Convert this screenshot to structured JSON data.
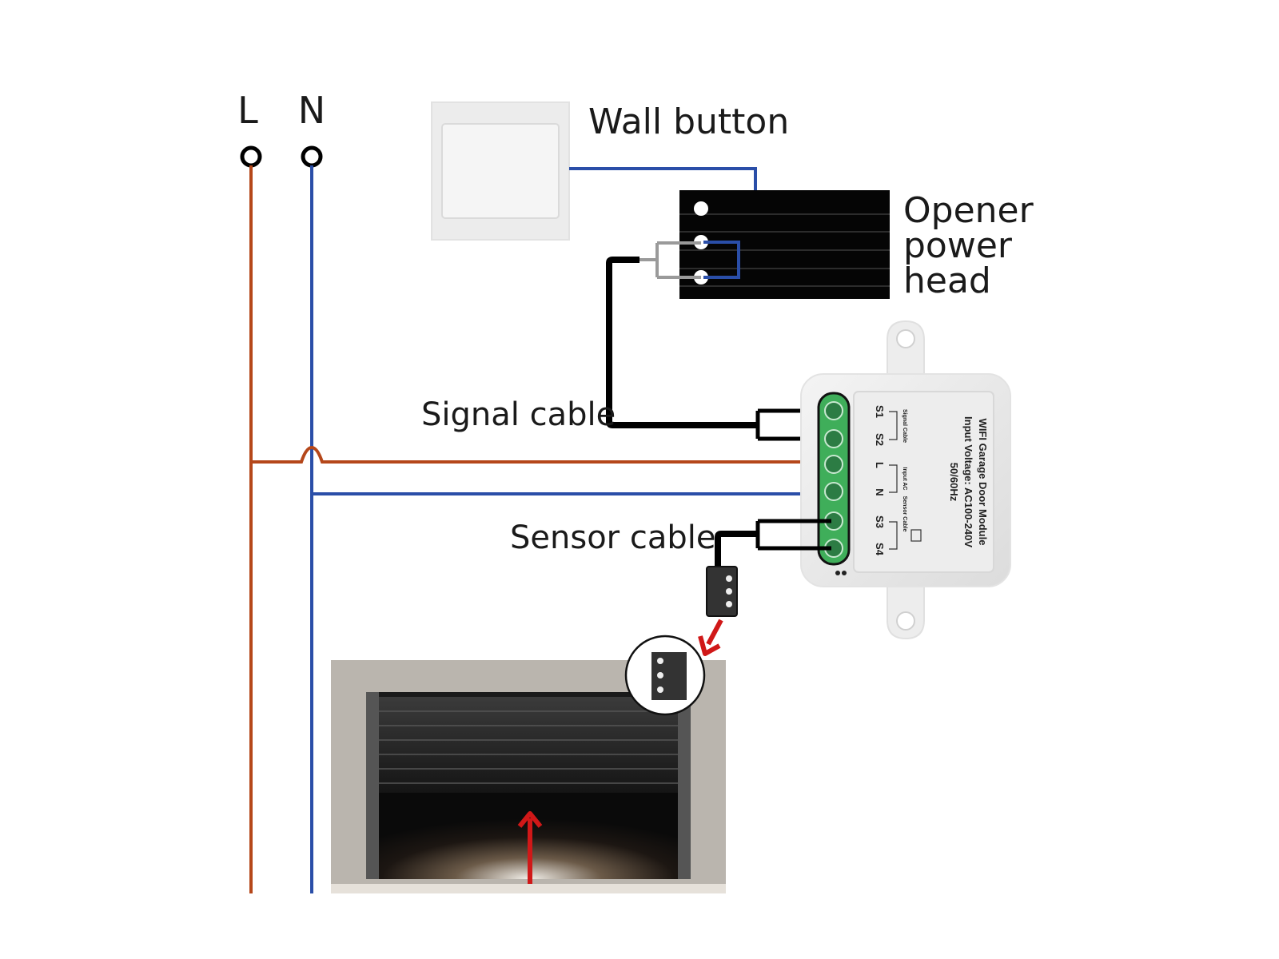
{
  "diagram": {
    "terminals": {
      "live": "L",
      "neutral": "N"
    },
    "labels": {
      "wall_button": "Wall button",
      "opener_line1": "Opener",
      "opener_line2": "power",
      "opener_line3": "head",
      "signal_cable": "Signal cable",
      "sensor_cable": "Sensor cable"
    },
    "module": {
      "title": "WIFI Garage Door Module",
      "voltage": "Input Voltage: AC100-240V",
      "frequency": "50/60Hz",
      "terminal_labels": [
        "S1",
        "S2",
        "L",
        "N",
        "S3",
        "S4"
      ],
      "group_labels": [
        "Signal Cable",
        "Input AC",
        "Sensor Cable"
      ]
    },
    "colors": {
      "live_wire": "#b5471a",
      "neutral_wire": "#2a4ea8",
      "signal_wire": "#000000",
      "bridge_wire": "#9a9a9a",
      "terminal_block": "#3fae5a",
      "arrow": "#d01818"
    }
  }
}
